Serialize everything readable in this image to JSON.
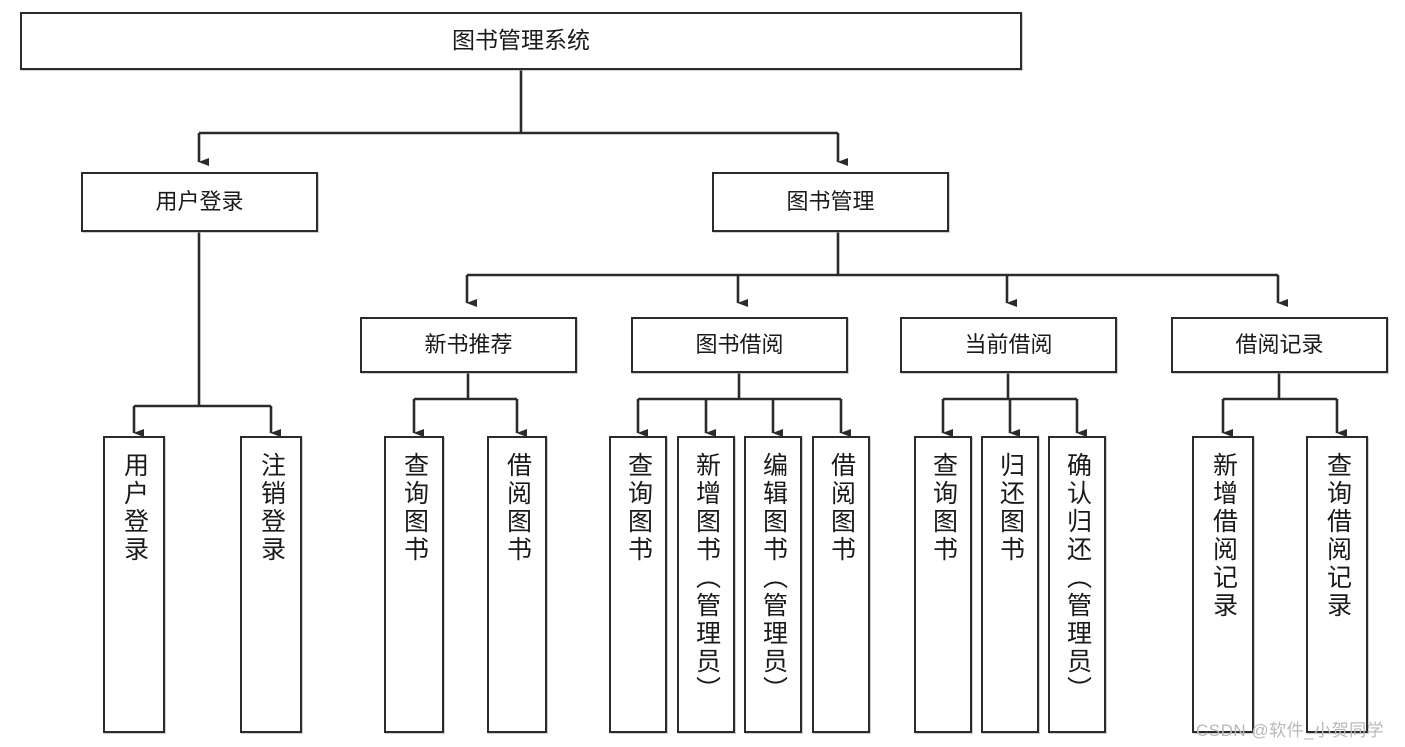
{
  "diagram": {
    "type": "tree-hierarchy-chart",
    "title": "图书管理系统",
    "orientation": "top-down",
    "colors": {
      "box_border": "#2b2b2b",
      "box_fill": "#ffffff",
      "edge": "#2b2b2b",
      "text": "#1a1a1a",
      "watermark": "#b9b9b9",
      "background": "#ffffff"
    },
    "levels": [
      {
        "level": 0,
        "nodes": [
          {
            "id": "root",
            "label": "图书管理系统"
          }
        ]
      },
      {
        "level": 1,
        "nodes": [
          {
            "id": "user-login",
            "label": "用户登录",
            "parent": "root"
          },
          {
            "id": "book-manage",
            "label": "图书管理",
            "parent": "root"
          }
        ]
      },
      {
        "level": 2,
        "nodes": [
          {
            "id": "new-book-rec",
            "label": "新书推荐",
            "parent": "book-manage"
          },
          {
            "id": "book-borrow",
            "label": "图书借阅",
            "parent": "book-manage"
          },
          {
            "id": "current-borrow",
            "label": "当前借阅",
            "parent": "book-manage"
          },
          {
            "id": "borrow-record",
            "label": "借阅记录",
            "parent": "book-manage"
          }
        ]
      },
      {
        "level": 3,
        "nodes": [
          {
            "id": "leaf-1",
            "label": "用户登录",
            "parent": "user-login"
          },
          {
            "id": "leaf-2",
            "label": "注销登录",
            "parent": "user-login"
          },
          {
            "id": "leaf-3",
            "label": "查询图书",
            "parent": "new-book-rec"
          },
          {
            "id": "leaf-4",
            "label": "借阅图书",
            "parent": "new-book-rec"
          },
          {
            "id": "leaf-5",
            "label": "查询图书",
            "parent": "book-borrow"
          },
          {
            "id": "leaf-6",
            "label": "新增图书（管理员）",
            "parent": "book-borrow"
          },
          {
            "id": "leaf-7",
            "label": "编辑图书（管理员）",
            "parent": "book-borrow"
          },
          {
            "id": "leaf-8",
            "label": "借阅图书",
            "parent": "book-borrow"
          },
          {
            "id": "leaf-9",
            "label": "查询图书",
            "parent": "current-borrow"
          },
          {
            "id": "leaf-10",
            "label": "归还图书",
            "parent": "current-borrow"
          },
          {
            "id": "leaf-11",
            "label": "确认归还（管理员）",
            "parent": "current-borrow"
          },
          {
            "id": "leaf-12",
            "label": "新增借阅记录",
            "parent": "borrow-record"
          },
          {
            "id": "leaf-13",
            "label": "查询借阅记录",
            "parent": "borrow-record"
          }
        ]
      }
    ],
    "watermark": "CSDN @软件_小贺同学"
  }
}
